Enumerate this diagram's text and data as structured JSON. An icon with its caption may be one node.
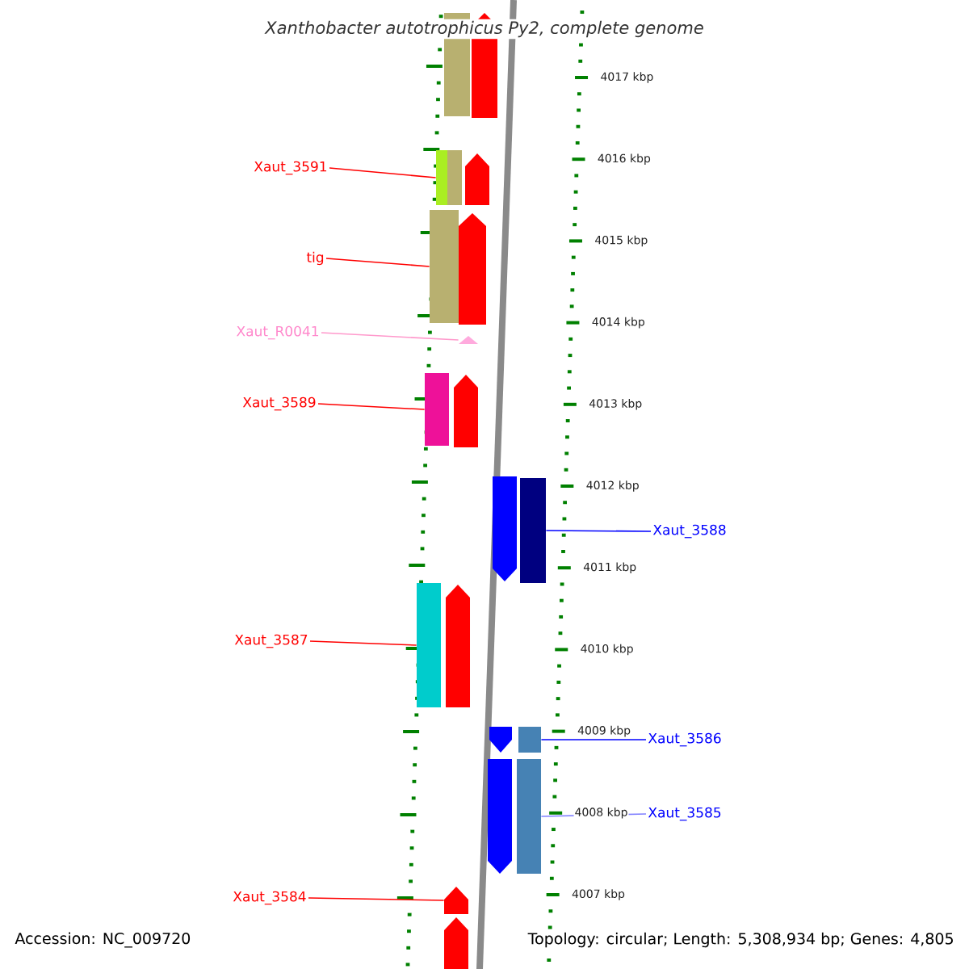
{
  "diagram": {
    "title": "Xanthobacter autotrophicus Py2, complete genome",
    "nodes": [
      {
        "text": [
          "Xaut_3591"
        ]
      },
      {
        "text": [],
        "shape": "box"
      },
      {
        "text": [
          "tig"
        ]
      },
      {
        "text": [],
        "shape": "box"
      },
      {
        "text": [
          "Xaut_R0041"
        ]
      },
      {
        "text": [],
        "shape": "triangle"
      },
      {
        "text": [
          "Xaut_3589"
        ]
      },
      {
        "text": [],
        "shape": "box"
      },
      {
        "text": [
          "Xaut_3588"
        ]
      },
      {
        "text": [],
        "shape": "box"
      },
      {
        "text": [
          "Xaut_3587"
        ]
      },
      {
        "text": [],
        "shape": "box"
      },
      {
        "text": [
          "Xaut_3586"
        ]
      },
      {
        "text": [],
        "shape": "box"
      },
      {
        "text": [
          "Xaut_3585"
        ]
      },
      {
        "text": [],
        "shape": "box"
      },
      {
        "text": [
          "Xaut_3584"
        ]
      },
      {
        "text": [],
        "shape": "pentagon"
      },
      {
        "text": [],
        "shape": "box"
      },
      {
        "text": [],
        "shape": "pentagon"
      },
      {
        "text": [],
        "shape": "pentagon"
      },
      {
        "text": [],
        "shape": "pentagon"
      },
      {
        "text": [],
        "shape": "pentagon"
      },
      {
        "text": [],
        "shape": "pentagon"
      },
      {
        "text": [],
        "shape": "pentagon"
      },
      {
        "text": [],
        "shape": "pentagon"
      },
      {
        "text": [],
        "shape": "pentagon"
      },
      {
        "text": [],
        "shape": "pentagon"
      }
    ],
    "edges": [
      {
        "from": 0,
        "to": 1,
        "arrow": "none"
      },
      {
        "from": 2,
        "to": 3,
        "arrow": "none"
      },
      {
        "from": 4,
        "to": 5,
        "arrow": "none",
        "color": "#ff99cc"
      },
      {
        "from": 6,
        "to": 7,
        "arrow": "none"
      },
      {
        "from": 8,
        "to": 9,
        "arrow": "none",
        "color": "#0000ff"
      },
      {
        "from": 10,
        "to": 11,
        "arrow": "none"
      },
      {
        "from": 12,
        "to": 13,
        "arrow": "none",
        "color": "#0000ff"
      },
      {
        "from": 14,
        "to": 15,
        "arrow": "none",
        "color": "#8080ff"
      },
      {
        "from": 16,
        "to": 17,
        "arrow": "none"
      }
    ],
    "labels": [
      "4017 kbp",
      "4016 kbp",
      "4015 kbp",
      "4014 kbp",
      "4013 kbp",
      "4012 kbp",
      "4011 kbp",
      "4010 kbp",
      "4009 kbp",
      "4008 kbp",
      "4007 kbp",
      "Accession: NC_009720",
      "Topology: circular; Length: 5,308,934 bp; Genes: 4,805"
    ]
  }
}
